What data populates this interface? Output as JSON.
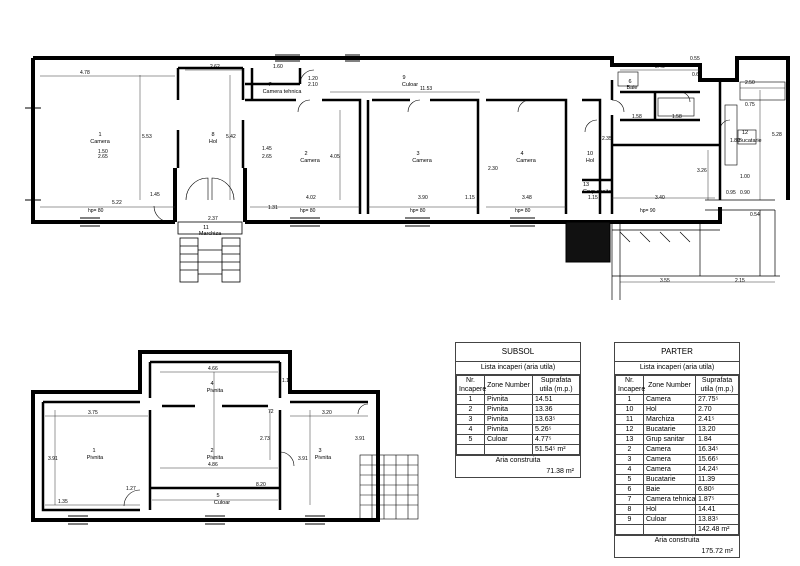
{
  "ground_floor": {
    "rooms": [
      {
        "nr": "1",
        "name": "Camera"
      },
      {
        "nr": "8",
        "name": "Hol"
      },
      {
        "nr": "2",
        "name": "Camera"
      },
      {
        "nr": "3",
        "name": "Camera"
      },
      {
        "nr": "4",
        "name": "Camera"
      },
      {
        "nr": "10",
        "name": "Hol"
      },
      {
        "nr": "11",
        "name": "Marchiza"
      },
      {
        "nr": "12",
        "name": "Bucatarie"
      },
      {
        "nr": "13",
        "name": "Grup sanitar"
      },
      {
        "nr": "9",
        "name": "Culoar"
      },
      {
        "nr": "6",
        "name": "Baie"
      },
      {
        "nr": "7",
        "name": "Camera tehnica"
      }
    ],
    "dims": [
      "4.78",
      "2.62",
      "1.60",
      "11.53",
      "3.40",
      "2.50",
      "5.53",
      "5.42",
      "4.05",
      "5.22",
      "4.02",
      "3.90",
      "3.48",
      "3.40",
      "5.28",
      "3.26",
      "2.37",
      "1.58",
      "1.58",
      "1.31",
      "1.15",
      "2.35",
      "1.45",
      "0.55",
      "0.65",
      "0.75",
      "3.55",
      "2.15",
      "1.80",
      "1.45",
      "1.15"
    ],
    "small_labels": [
      "hp= 80",
      "hp= 90",
      "1.50",
      "2.65",
      "2.10",
      "1.20",
      "2.30",
      "1.00",
      "0.90",
      "0.95",
      "0.54"
    ]
  },
  "basement": {
    "rooms": [
      {
        "nr": "1",
        "name": "Pivnita"
      },
      {
        "nr": "2",
        "name": "Pivnita"
      },
      {
        "nr": "3",
        "name": "Pivnita"
      },
      {
        "nr": "4",
        "name": "Pivnita"
      },
      {
        "nr": "5",
        "name": "Culoar"
      }
    ],
    "dims": [
      "4.66",
      "3.75",
      "3.20",
      "3.91",
      "4.86",
      "2.73",
      "8.20",
      "1.35",
      "1.27",
      "1.13",
      "3.91",
      "3.91",
      "72"
    ]
  },
  "subsol_table": {
    "title": "SUBSOL",
    "subtitle": "Lista incaperi (aria utila)",
    "headers": [
      "Nr. Incapere",
      "Zone Number",
      "Suprafata utila (m.p.)"
    ],
    "rows": [
      [
        "1",
        "Pivnita",
        "14.51"
      ],
      [
        "2",
        "Pivnita",
        "13.36"
      ],
      [
        "3",
        "Pivnita",
        "13.63⁵"
      ],
      [
        "4",
        "Pivnita",
        "5.26⁵"
      ],
      [
        "5",
        "Culoar",
        "4.77⁵"
      ]
    ],
    "total": "51.54⁵ m²",
    "footer_label": "Aria construita",
    "footer_value": "71.38 m²"
  },
  "parter_table": {
    "title": "PARTER",
    "subtitle": "Lista incaperi (aria utila)",
    "headers": [
      "Nr. Incapere",
      "Zone Number",
      "Suprafata utila (m.p.)"
    ],
    "rows": [
      [
        "1",
        "Camera",
        "27.75⁵"
      ],
      [
        "10",
        "Hol",
        "2.70"
      ],
      [
        "11",
        "Marchiza",
        "2.41⁵"
      ],
      [
        "12",
        "Bucatarie",
        "13.20"
      ],
      [
        "13",
        "Grup sanitar",
        "1.84"
      ],
      [
        "2",
        "Camera",
        "16.34⁵"
      ],
      [
        "3",
        "Camera",
        "15.66⁵"
      ],
      [
        "4",
        "Camera",
        "14.24⁵"
      ],
      [
        "5",
        "Bucatarie",
        "11.39"
      ],
      [
        "6",
        "Baie",
        "6.80⁵"
      ],
      [
        "7",
        "Camera tehnica",
        "1.87⁵"
      ],
      [
        "8",
        "Hol",
        "14.41"
      ],
      [
        "9",
        "Culoar",
        "13.83⁵"
      ]
    ],
    "total": "142.48 m²",
    "footer_label": "Aria construita",
    "footer_value": "175.72 m²"
  }
}
